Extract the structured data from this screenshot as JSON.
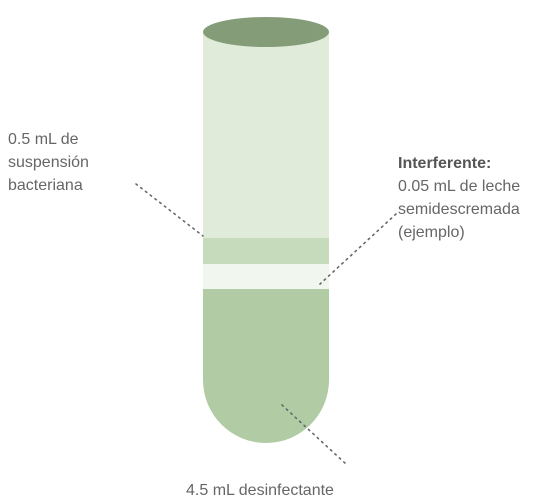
{
  "colors": {
    "tube_body": "#e0ecd9",
    "tube_top": "#849c78",
    "bacteria_layer": "#c6dabc",
    "interferent_layer": "#f1f6ee",
    "disinfectant_layer": "#b1cba5",
    "leader_dots": "#666666",
    "text": "#666666"
  },
  "labels": {
    "suspension": {
      "line1": "0.5 mL de",
      "line2": "suspensión",
      "line3": "bacteriana"
    },
    "interferent": {
      "title": "Interferente:",
      "line1": "0.05 mL de leche",
      "line2": "semidescremada",
      "line3": "(ejemplo)"
    },
    "disinfectant": {
      "text": "4.5 mL desinfectante"
    }
  }
}
